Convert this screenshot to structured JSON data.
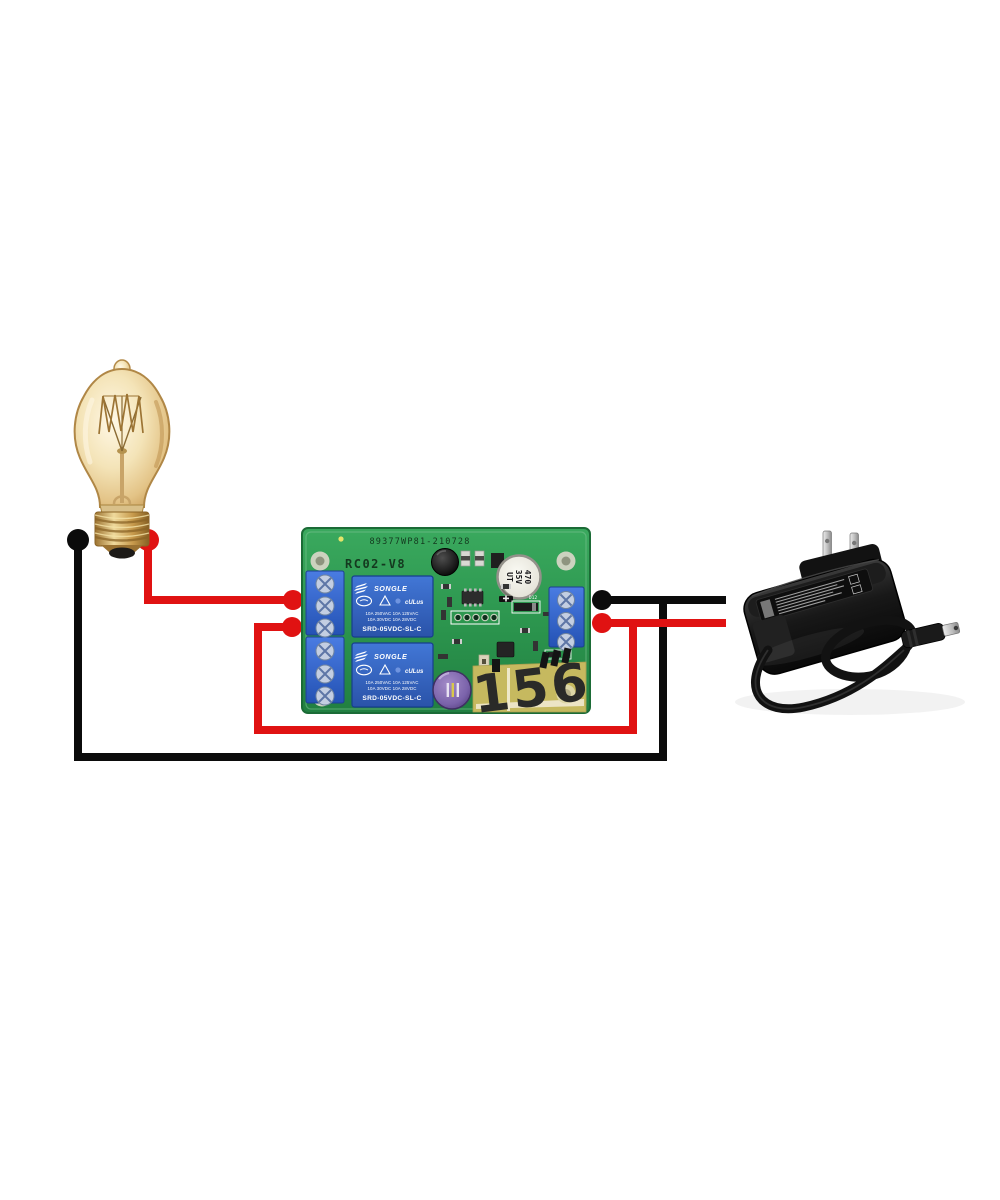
{
  "colors": {
    "background": "#ffffff",
    "wire_red": "#e01212",
    "wire_black": "#0b0b0b",
    "pcb_green": "#2f9e50",
    "relay_blue": "#3565c4",
    "terminal_blue": "#2f63cf",
    "tape_yellow": "#c6b95f",
    "adapter_black": "#161616",
    "bulb_glass": "#eed9a8",
    "bulb_brass": "#c9a24f"
  },
  "board": {
    "serial": "89377WP81-210728",
    "model": "RC02-V8",
    "relays": [
      {
        "brand": "SONGLE",
        "ul_mark": "cULus",
        "rating_ac": "10A 250VAC  10A 125VAC",
        "rating_dc": "10A 30VDC   10A 28VDC",
        "part": "SRD-05VDC-SL-C"
      },
      {
        "brand": "SONGLE",
        "ul_mark": "cULus",
        "rating_ac": "10A 250VAC  10A 125VAC",
        "rating_dc": "10A 30VDC   10A 28VDC",
        "part": "SRD-05VDC-SL-C"
      }
    ],
    "capacitor": {
      "line1": "470",
      "line2": "35V",
      "line3": "UT"
    },
    "diode_label": "D12",
    "handwritten_label": "156"
  },
  "icons": {
    "songle_logo": "slanted-stripes",
    "cqc_mark": "oval-badge",
    "triangle_mark": "triangle-outline",
    "ul_mark": "cULus-monogram"
  }
}
